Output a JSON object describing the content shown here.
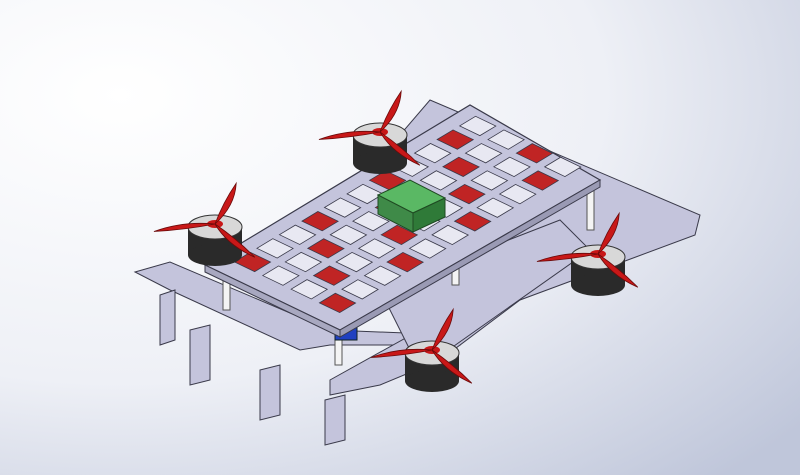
{
  "scene": {
    "subject": "quadcopter-frame-cad-render",
    "colors": {
      "background_light": "#ffffff",
      "background_shade": "#c9cfe0",
      "frame_plate": "#c4c4dc",
      "frame_edge": "#3a3a4a",
      "propeller": "#c81818",
      "motor_body": "#2a2a2a",
      "motor_bell": "#d8d8d8",
      "flight_controller": "#3f9a4a",
      "servo": "#2040c0",
      "standoff": "#f0f0f0"
    },
    "motors": [
      {
        "id": "rear-left"
      },
      {
        "id": "front-left"
      },
      {
        "id": "rear-right"
      },
      {
        "id": "front-right"
      }
    ]
  }
}
